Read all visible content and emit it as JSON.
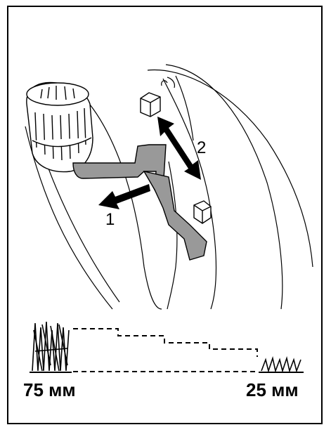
{
  "callouts": {
    "arrow_1": "1",
    "arrow_2": "2"
  },
  "length_scale": {
    "max_label": "75 мм",
    "min_label": "25 мм",
    "steps": 5
  },
  "colors": {
    "line": "#000000",
    "part_fill": "#999999",
    "background": "#ffffff"
  }
}
